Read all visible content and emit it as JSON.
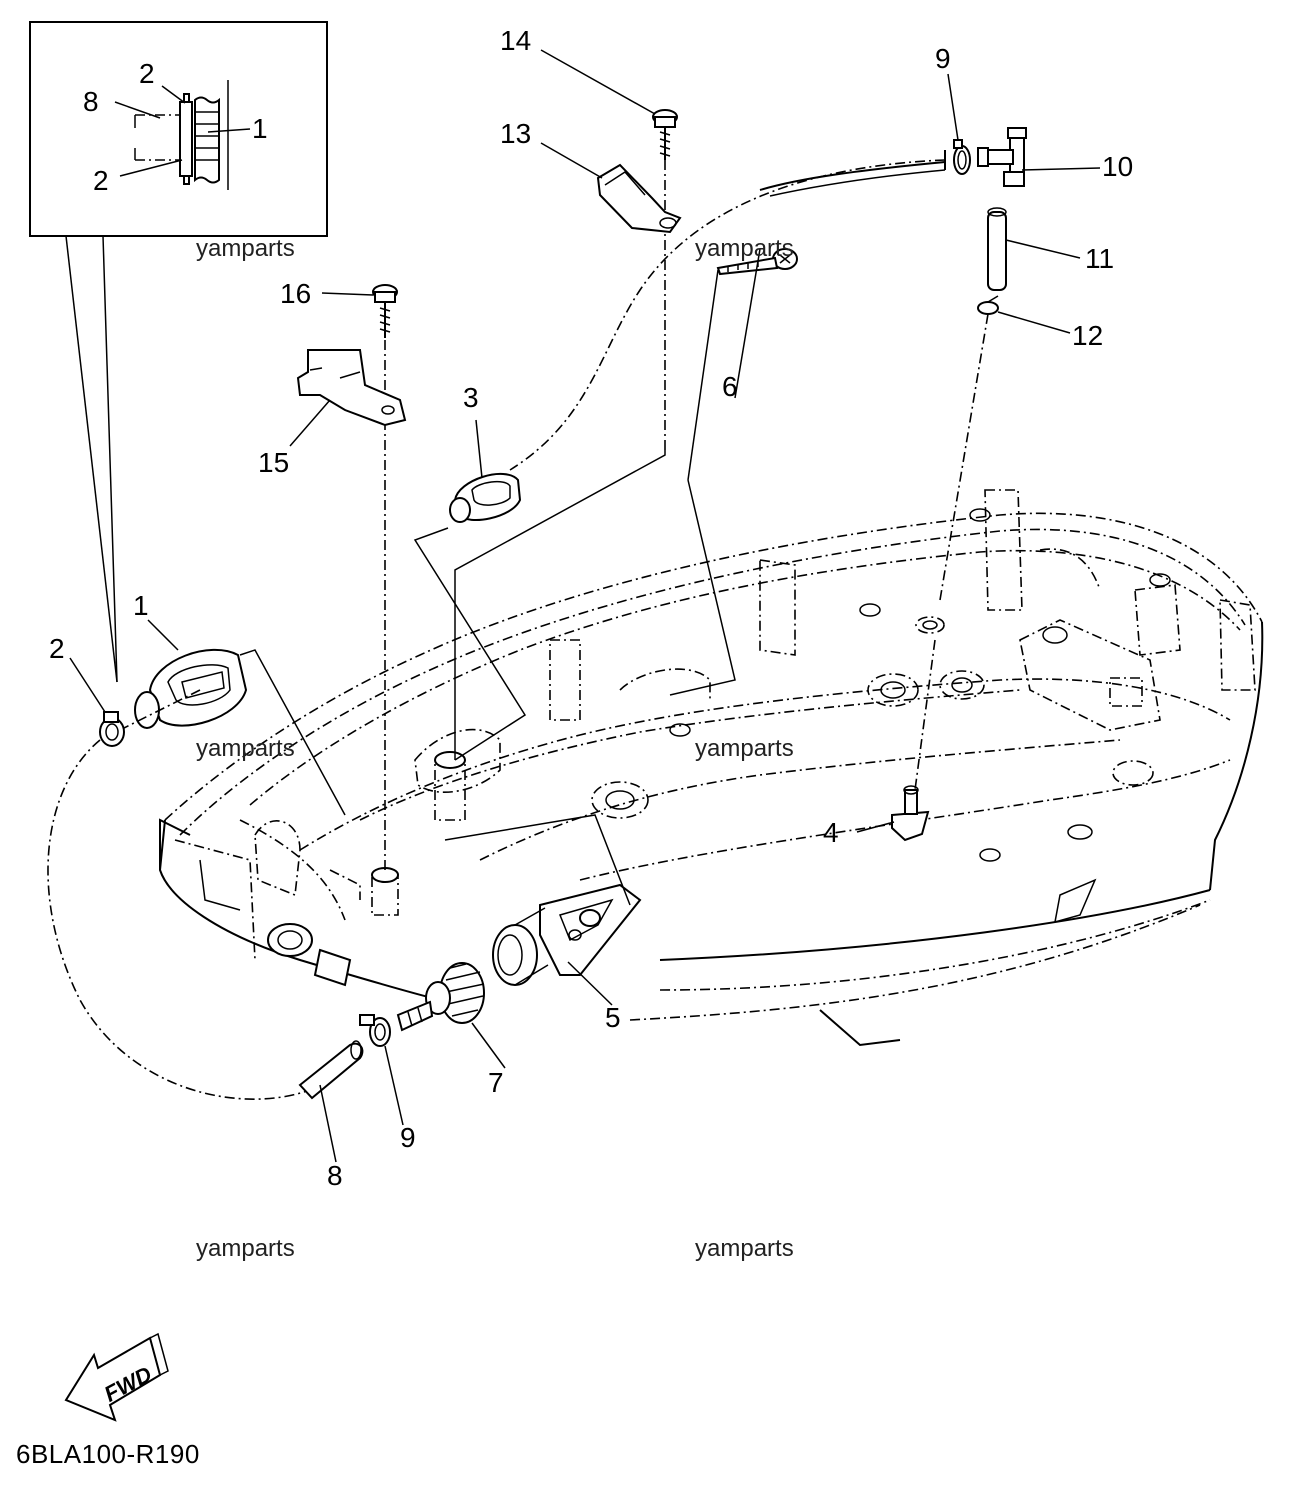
{
  "callouts": {
    "inset_2_top": "2",
    "inset_8": "8",
    "inset_1": "1",
    "inset_2_bottom": "2",
    "part_14": "14",
    "part_13": "13",
    "part_9_top": "9",
    "part_10": "10",
    "part_11": "11",
    "part_12": "12",
    "part_16": "16",
    "part_15": "15",
    "part_3": "3",
    "part_6": "6",
    "part_1": "1",
    "part_2": "2",
    "part_4": "4",
    "part_5": "5",
    "part_7": "7",
    "part_9_bottom": "9",
    "part_8": "8"
  },
  "watermarks": {
    "w1": "yamparts",
    "w2": "yamparts",
    "w3": "yamparts",
    "w4": "yamparts",
    "w5": "yamparts",
    "w6": "yamparts"
  },
  "fwd_label": "FWD",
  "diagram_code": "6BLA100-R190"
}
